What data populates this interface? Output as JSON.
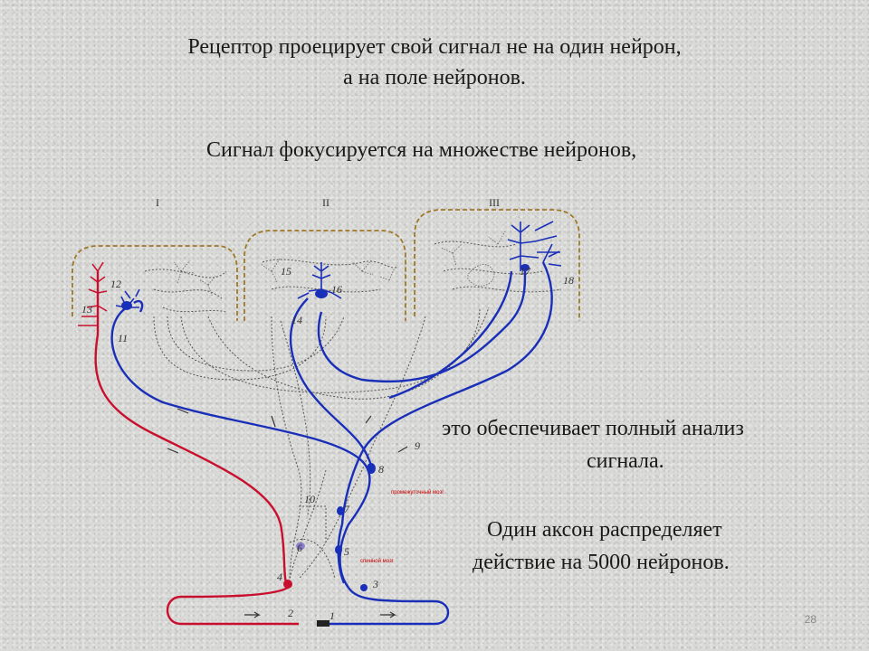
{
  "slide": {
    "title_line1": "Рецептор проецирует свой сигнал не на один нейрон,",
    "title_line2": "а на поле нейронов.",
    "focus_text": "Сигнал фокусируется на множестве нейронов,",
    "analysis_line1": "это обеспечивает полный анализ",
    "analysis_line2": "сигнала.",
    "axon_line1": "Один аксон распределяет",
    "axon_line2": "действие на 5000 нейронов.",
    "page_number": "28"
  },
  "diagram": {
    "region_labels": [
      "I",
      "II",
      "III"
    ],
    "node_labels": [
      "1",
      "2",
      "3",
      "4",
      "5",
      "6",
      "7",
      "8",
      "9",
      "10",
      "11",
      "12",
      "13",
      "14",
      "15",
      "16",
      "17",
      "18"
    ],
    "small_labels": [
      "промежуточный мозг",
      "спинной мозг"
    ],
    "colors": {
      "blue": "#1a2fb8",
      "red": "#c8102e",
      "arch": "#a07828",
      "gray": "#555555"
    }
  }
}
